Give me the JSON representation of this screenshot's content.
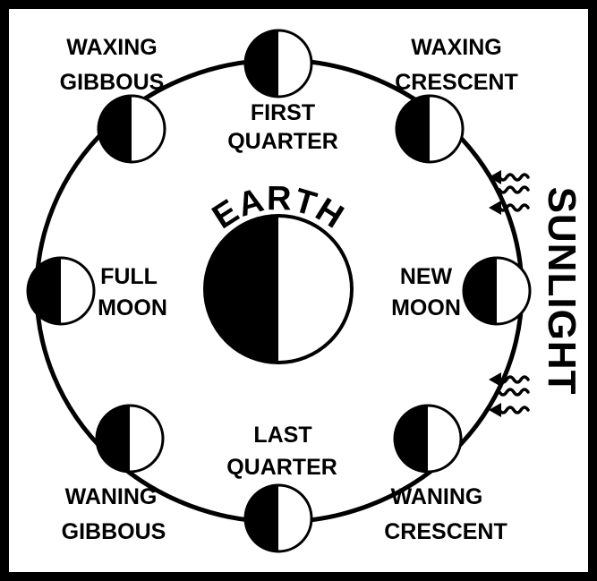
{
  "colors": {
    "dark": "#000000",
    "light": "#ffffff"
  },
  "earth": {
    "label": "EARTH"
  },
  "sunlight": {
    "label": "SUNLIGHT"
  },
  "phases": [
    {
      "id": "first-quarter",
      "label": [
        "FIRST",
        "QUARTER"
      ]
    },
    {
      "id": "waxing-gibbous",
      "label": [
        "WAXING",
        "GIBBOUS"
      ]
    },
    {
      "id": "waxing-crescent",
      "label": [
        "WAXING",
        "CRESCENT"
      ]
    },
    {
      "id": "full-moon",
      "label": [
        "FULL",
        "MOON"
      ]
    },
    {
      "id": "new-moon",
      "label": [
        "NEW",
        "MOON"
      ]
    },
    {
      "id": "waning-gibbous",
      "label": [
        "WANING",
        "GIBBOUS"
      ]
    },
    {
      "id": "last-quarter",
      "label": [
        "LAST",
        "QUARTER"
      ]
    },
    {
      "id": "waning-crescent",
      "label": [
        "WANING",
        "CRESCENT"
      ]
    }
  ]
}
